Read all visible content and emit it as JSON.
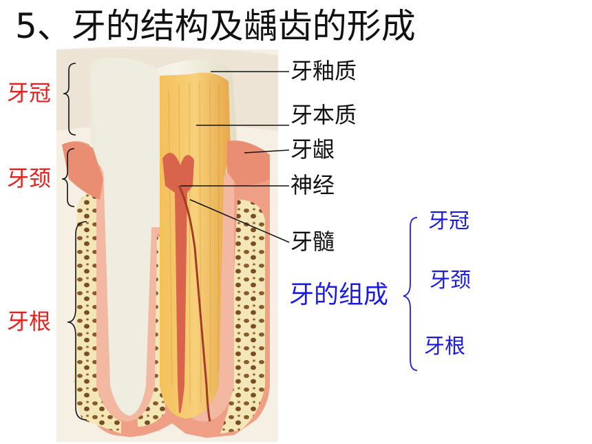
{
  "title": "5、牙的结构及龋齿的形成",
  "left_labels": {
    "crown": "牙冠",
    "neck": "牙颈",
    "root": "牙根"
  },
  "right_labels": {
    "enamel": "牙釉质",
    "dentin": "牙本质",
    "gum": "牙龈",
    "nerve": "神经",
    "pulp": "牙髓"
  },
  "composition": {
    "heading": "牙的组成",
    "items": [
      "牙冠",
      "牙颈",
      "牙根"
    ]
  },
  "colors": {
    "left_label": "#e8201e",
    "composition": "#1a1ae6",
    "text": "#111111"
  }
}
